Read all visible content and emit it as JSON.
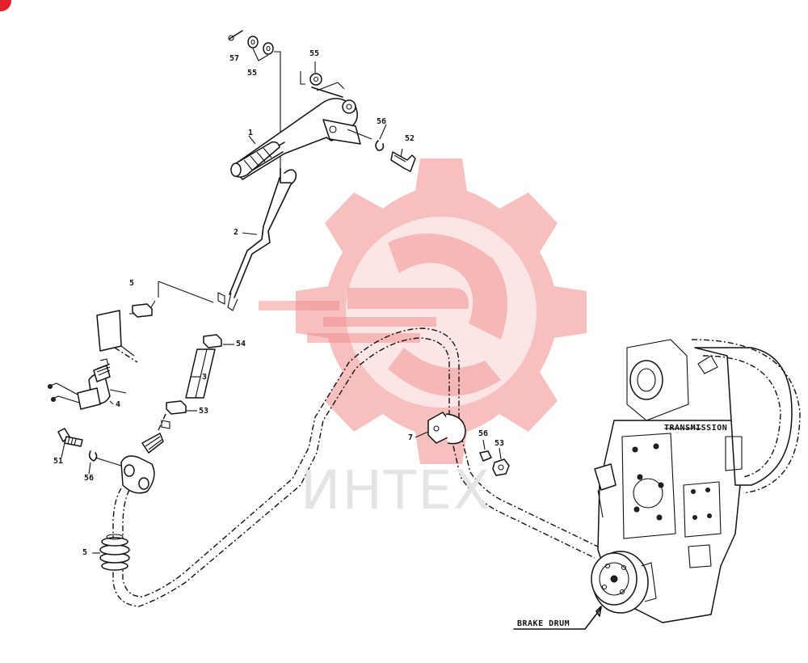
{
  "watermark": {
    "text": "ИНТЕХ",
    "color": "#f28b8b"
  },
  "accent_color": "#e0202a",
  "callouts": [
    {
      "id": "c57",
      "text": "57"
    },
    {
      "id": "c55a",
      "text": "55"
    },
    {
      "id": "c55b",
      "text": "55"
    },
    {
      "id": "c1",
      "text": "1"
    },
    {
      "id": "c56a",
      "text": "56"
    },
    {
      "id": "c52",
      "text": "52"
    },
    {
      "id": "c2",
      "text": "2"
    },
    {
      "id": "c5a",
      "text": "5"
    },
    {
      "id": "c54",
      "text": "54"
    },
    {
      "id": "c3",
      "text": "3"
    },
    {
      "id": "c4",
      "text": "4"
    },
    {
      "id": "c53a",
      "text": "53"
    },
    {
      "id": "c51",
      "text": "51"
    },
    {
      "id": "c56b",
      "text": "56"
    },
    {
      "id": "c5b",
      "text": "5"
    },
    {
      "id": "c7",
      "text": "7"
    },
    {
      "id": "c56c",
      "text": "56"
    },
    {
      "id": "c53b",
      "text": "53"
    }
  ],
  "labels": {
    "transmission": "TRANSMISSION",
    "brake_drum": "BRAKE DRUM"
  }
}
